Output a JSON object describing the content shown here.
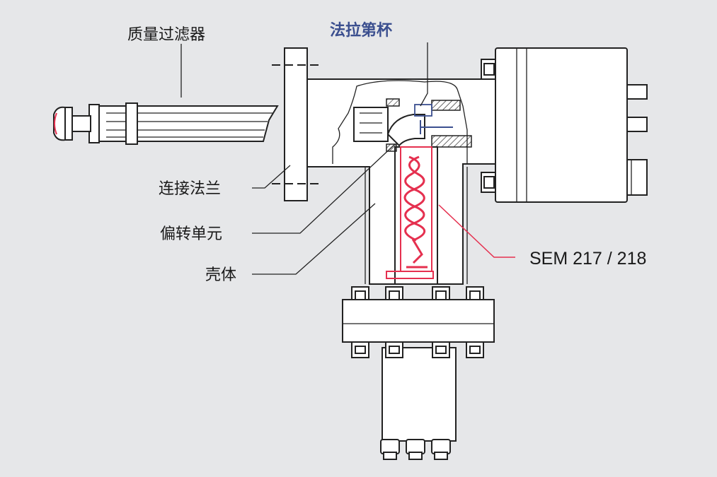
{
  "labels": {
    "mass_filter": "质量过滤器",
    "faraday_cup": "法拉第杯",
    "connecting_flange": "连接法兰",
    "deflection_unit": "偏转单元",
    "housing": "壳体",
    "sem": "SEM 217 / 218"
  },
  "colors": {
    "background": "#e6e7e9",
    "outline": "#222222",
    "sem_highlight": "#e5304f",
    "faraday_highlight": "#3b4f8f"
  }
}
